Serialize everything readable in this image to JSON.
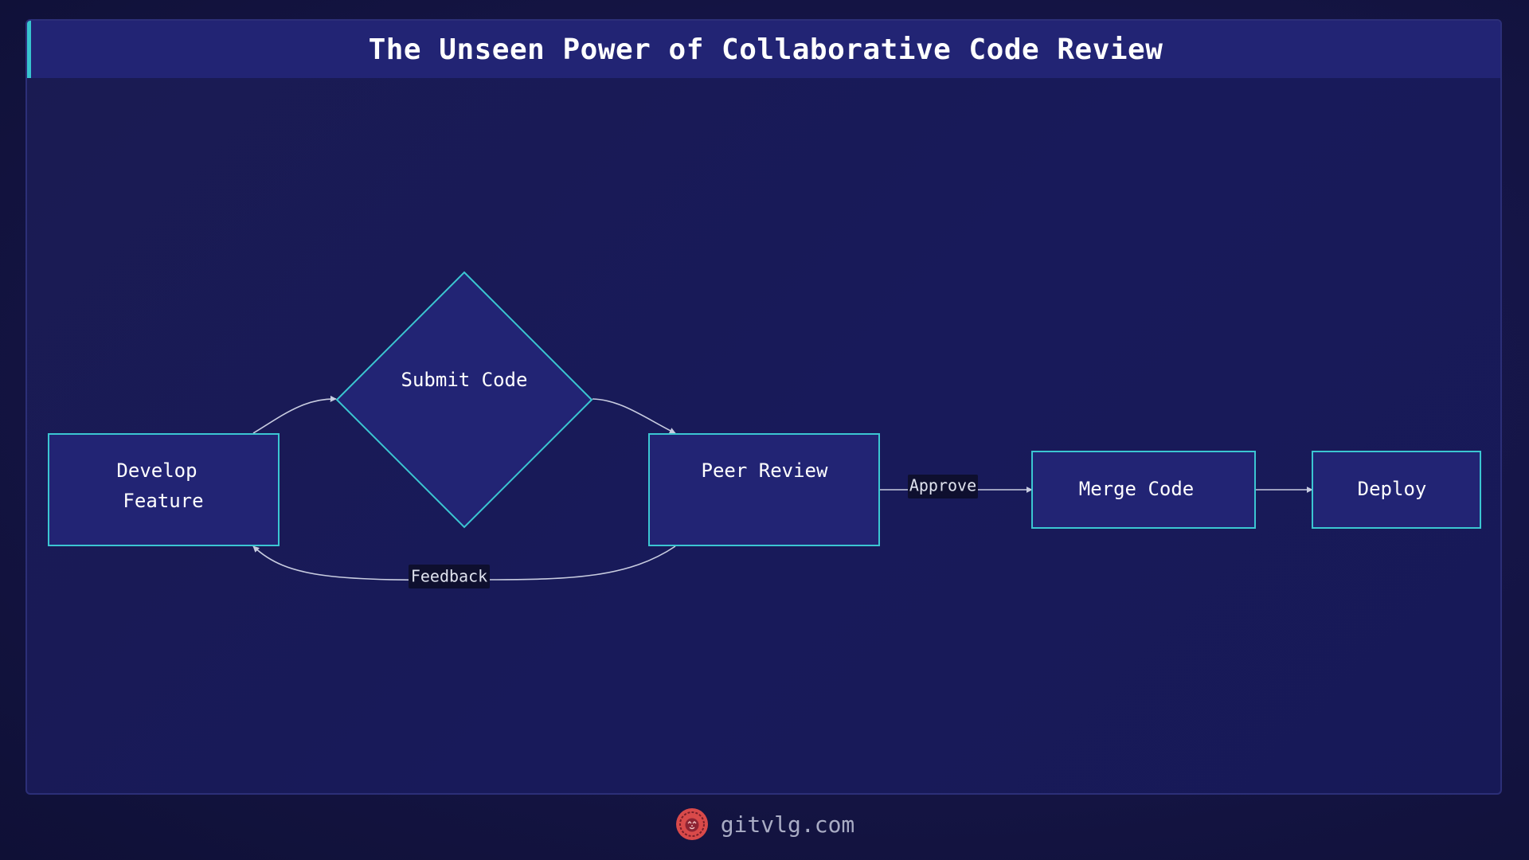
{
  "header": {
    "title": "The Unseen Power of Collaborative Code Review"
  },
  "nodes": {
    "develop": {
      "line1": "Develop",
      "line2": "Feature"
    },
    "submit": {
      "label": "Submit Code"
    },
    "review": {
      "label": "Peer Review"
    },
    "merge": {
      "label": "Merge Code"
    },
    "deploy": {
      "label": "Deploy"
    }
  },
  "edges": {
    "approve": "Approve",
    "feedback": "Feedback"
  },
  "footer": {
    "site": "gitvlg.com",
    "logo_icon": "lion-head-icon"
  },
  "colors": {
    "accent": "#3bc6d2",
    "node_fill": "#222474",
    "background": "#1a1b52",
    "logo": "#d94a4a"
  }
}
